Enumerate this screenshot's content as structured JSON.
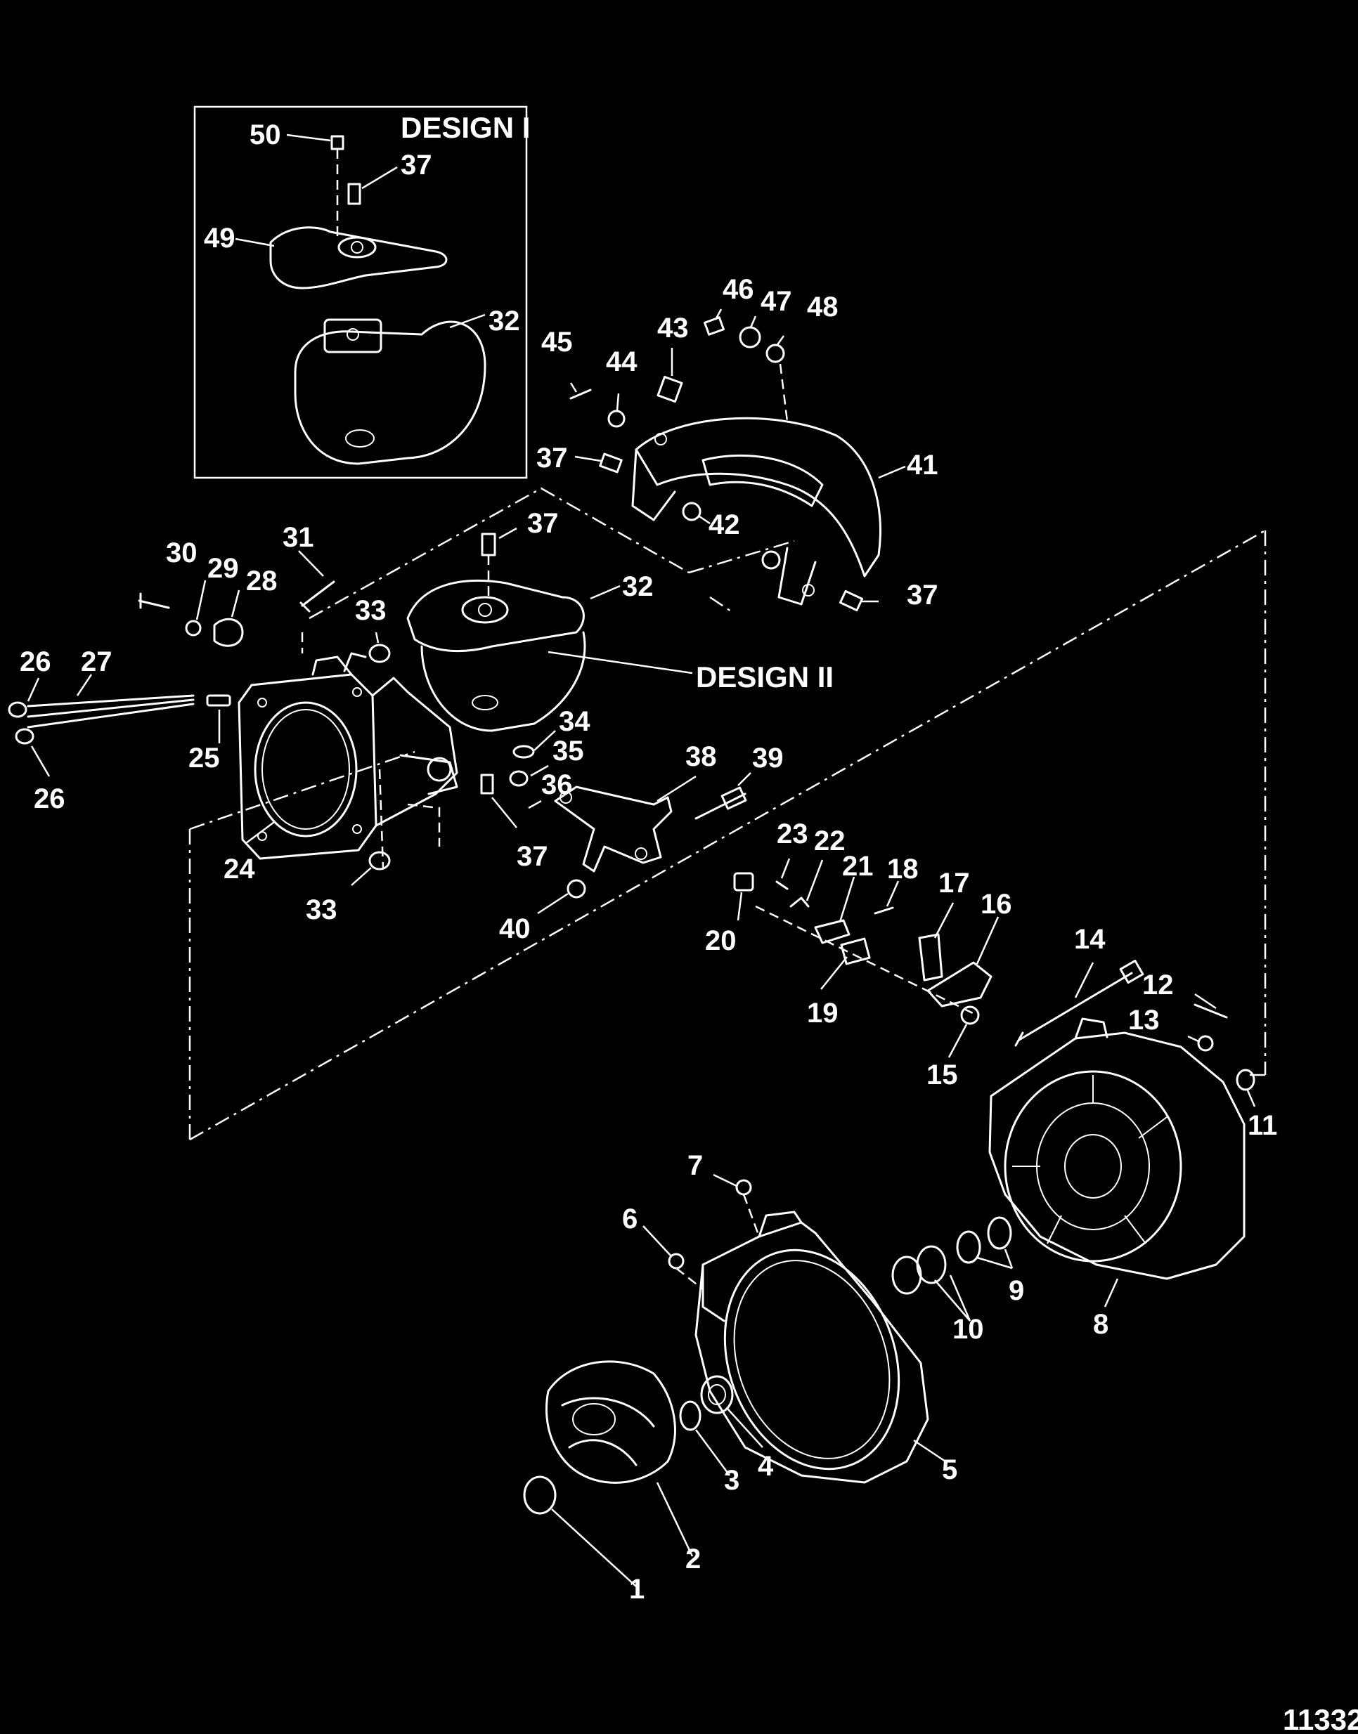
{
  "figure_number": "11332",
  "inset": {
    "label": "DESIGN I"
  },
  "design2_label": "DESIGN II",
  "callouts": {
    "p1": "1",
    "p2": "2",
    "p3": "3",
    "p4": "4",
    "p5": "5",
    "p6": "6",
    "p7": "7",
    "p8": "8",
    "p9": "9",
    "p10": "10",
    "p11": "11",
    "p12": "12",
    "p13": "13",
    "p14": "14",
    "p15": "15",
    "p16": "16",
    "p17": "17",
    "p18": "18",
    "p19": "19",
    "p20": "20",
    "p21": "21",
    "p22": "22",
    "p23": "23",
    "p24": "24",
    "p25": "25",
    "p26a": "26",
    "p26b": "26",
    "p27": "27",
    "p28": "28",
    "p29": "29",
    "p30": "30",
    "p31": "31",
    "p32a": "32",
    "p32b": "32",
    "p33a": "33",
    "p33b": "33",
    "p34": "34",
    "p35": "35",
    "p36": "36",
    "p37a": "37",
    "p37b": "37",
    "p37c": "37",
    "p37d": "37",
    "p37e": "37",
    "p38": "38",
    "p39": "39",
    "p40": "40",
    "p41": "41",
    "p42": "42",
    "p43": "43",
    "p44": "44",
    "p45": "45",
    "p46": "46",
    "p47": "47",
    "p48": "48",
    "p49": "49",
    "p50": "50"
  }
}
